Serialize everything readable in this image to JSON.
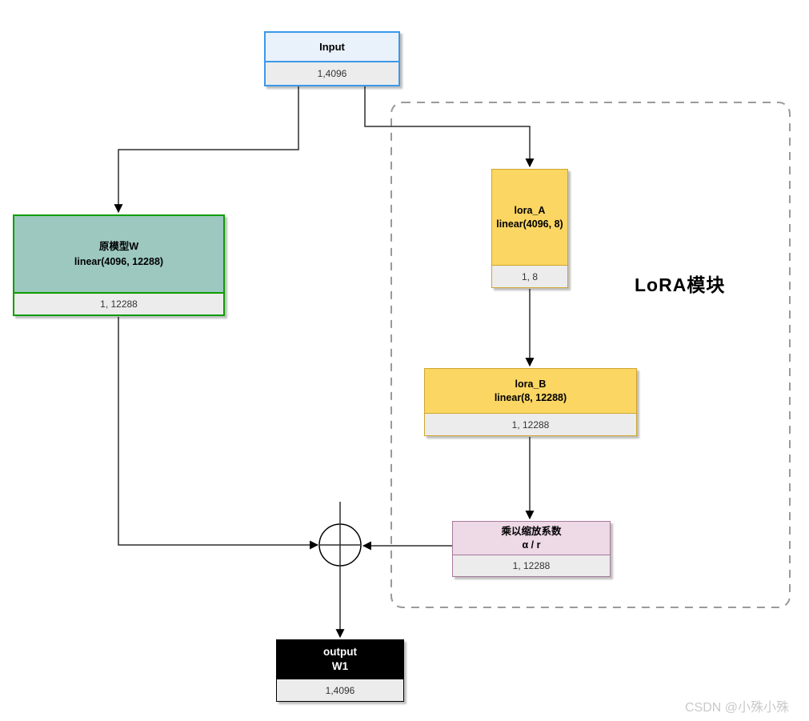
{
  "diagram": {
    "nodes": {
      "input": {
        "title": "Input",
        "value": "1,4096"
      },
      "base_model": {
        "line1": "原模型W",
        "line2": "linear(4096, 12288)",
        "value": "1, 12288"
      },
      "lora_a": {
        "line1": "lora_A",
        "line2": "linear(4096, 8)",
        "value": "1, 8"
      },
      "lora_b": {
        "line1": "lora_B",
        "line2": "linear(8, 12288)",
        "value": "1, 12288"
      },
      "scale": {
        "line1": "乘以缩放系数",
        "line2": "α / r",
        "value": "1, 12288"
      },
      "output": {
        "line1": "output",
        "line2": "W1",
        "value": "1,4096"
      }
    },
    "group_label": "LoRA模块",
    "watermark": "CSDN @小殊小殊",
    "colors": {
      "input_fill": "#e9f1fb",
      "input_stroke": "#3b99e8",
      "base_fill": "#9cc8c0",
      "base_stroke": "#0f9d00",
      "lora_fill": "#fbd663",
      "lora_stroke": "#cfa52e",
      "scale_fill": "#eed9e6",
      "scale_stroke": "#a8799c",
      "output_fill": "#000000",
      "value_strip_fill": "#ececec",
      "connector": "#2f2f2f",
      "group_border": "#9a9a9a",
      "watermark_color": "#c9c9c9"
    }
  }
}
